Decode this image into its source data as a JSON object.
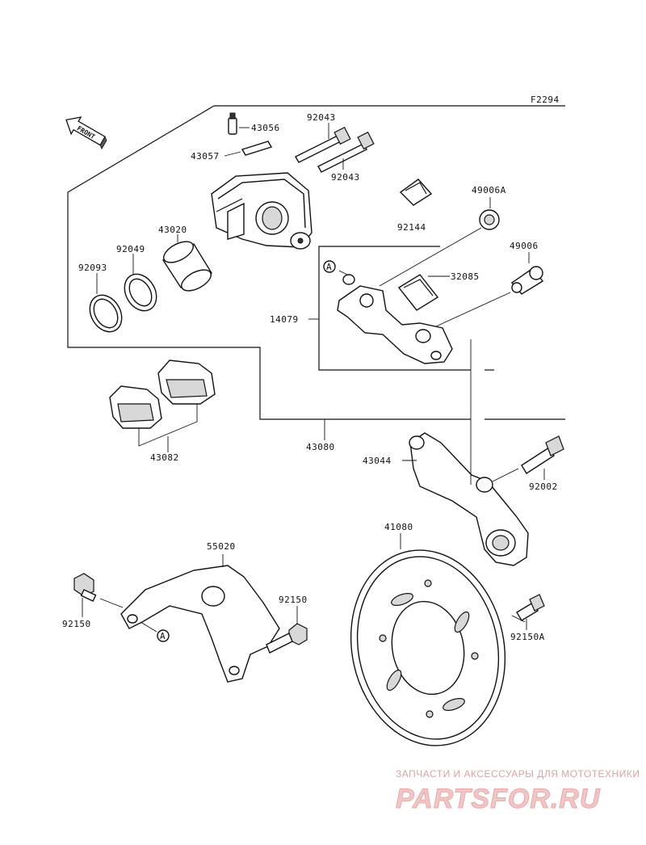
{
  "figure_code": "F2294",
  "front_label": "FRONT",
  "ref_marker": "A",
  "parts": {
    "p43056": "43056",
    "p43057": "43057",
    "p92043a": "92043",
    "p92043b": "92043",
    "p43020": "43020",
    "p92049": "92049",
    "p92093": "92093",
    "p92144": "92144",
    "p49006A": "49006A",
    "p49006": "49006",
    "p32085": "32085",
    "p14079": "14079",
    "p43080": "43080",
    "p43082": "43082",
    "p43044": "43044",
    "p92002": "92002",
    "p55020": "55020",
    "p41080": "41080",
    "p92150a": "92150",
    "p92150b": "92150",
    "p92150A": "92150A"
  },
  "watermark": {
    "tagline": "ЗАПЧАСТИ И АКСЕССУАРЫ ДЛЯ МОТОТЕХНИКИ",
    "brand": "PARTSFOR.RU"
  }
}
